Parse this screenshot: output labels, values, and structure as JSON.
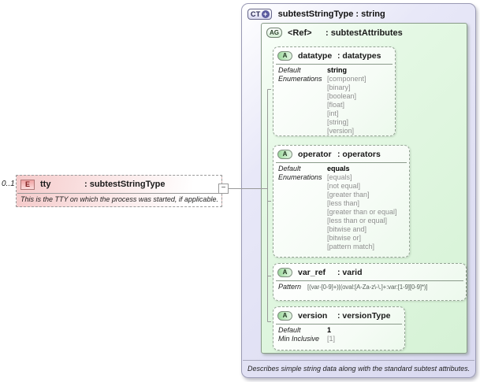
{
  "colors": {
    "element_pink": "#f5caca",
    "complex_type_lavender": "#d9d9f0",
    "attribute_group_green": "#d6f2d6",
    "connector_gray": "#999999"
  },
  "element": {
    "cardinality": "0..1",
    "badge": "E",
    "name": "tty",
    "type": ": subtestStringType",
    "annotation": "This is the TTY on which the process was started, if applicable.",
    "collapse_glyph": "−"
  },
  "complex_type": {
    "badge": "CT",
    "badge_plus": "+",
    "title": "subtestStringType : string",
    "annotation": "Describes simple string data along with the standard subtest attributes.",
    "attribute_group": {
      "badge": "AG",
      "name": "<Ref>",
      "type": ": subtestAttributes",
      "attributes": [
        {
          "badge": "A",
          "name": "datatype",
          "type": ": datatypes",
          "facts": [
            {
              "label": "Default",
              "value": "string",
              "bold": true
            },
            {
              "label": "Enumerations",
              "list": [
                "[component]",
                "[binary]",
                "[boolean]",
                "[float]",
                "[int]",
                "[string]",
                "[version]"
              ]
            }
          ]
        },
        {
          "badge": "A",
          "name": "operator",
          "type": ": operators",
          "facts": [
            {
              "label": "Default",
              "value": "equals",
              "bold": true
            },
            {
              "label": "Enumerations",
              "list": [
                "[equals]",
                "[not equal]",
                "[greater than]",
                "[less than]",
                "[greater than or equal]",
                "[less than or equal]",
                "[bitwise and]",
                "[bitwise or]",
                "[pattern match]"
              ]
            }
          ]
        },
        {
          "badge": "A",
          "name": "var_ref",
          "type": ": varid",
          "facts": [
            {
              "label": "Pattern",
              "value": "[(var-[0-9]+)|(oval:[A-Za-z\\-\\.]+:var:[1-9][0-9]*)]",
              "small": true
            }
          ]
        },
        {
          "badge": "A",
          "name": "version",
          "type": ": versionType",
          "facts": [
            {
              "label": "Default",
              "value": "1",
              "bold": true
            },
            {
              "label": "Min Inclusive",
              "value": "[1]"
            }
          ]
        }
      ]
    }
  }
}
